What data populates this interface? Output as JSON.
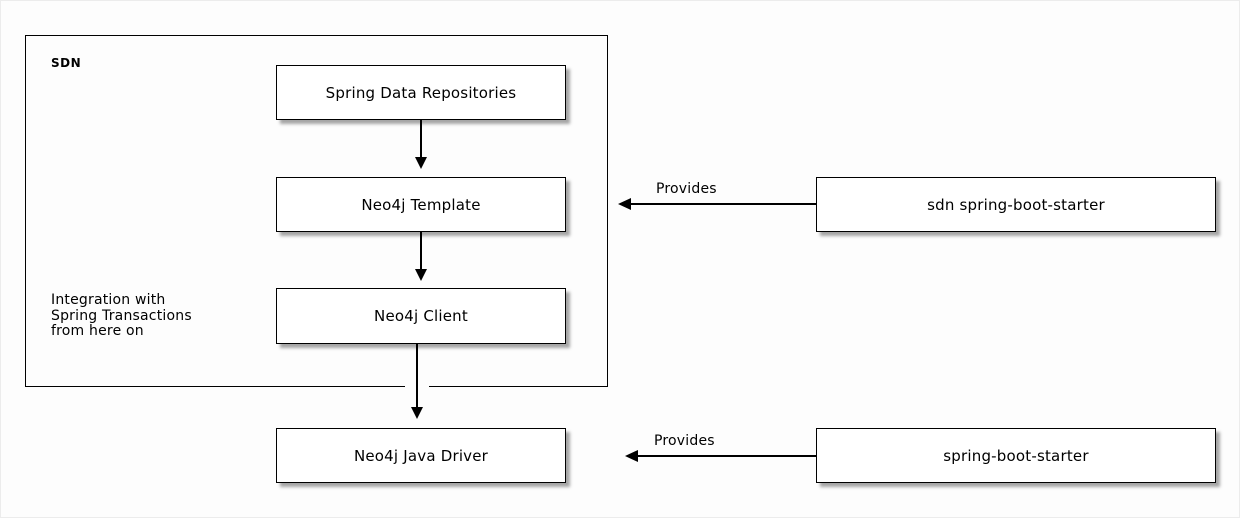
{
  "diagram": {
    "title_context": "SDN architecture diagram",
    "colors": {
      "background": "#fdfdfd",
      "box_fill": "#ffffff",
      "line": "#000000",
      "shadow": "#a0a0a0"
    },
    "container": {
      "label": "SDN"
    },
    "nodes": {
      "spring_data_repositories": {
        "label": "Spring Data Repositories"
      },
      "neo4j_template": {
        "label": "Neo4j Template"
      },
      "neo4j_client": {
        "label": "Neo4j Client"
      },
      "neo4j_java_driver": {
        "label": "Neo4j Java Driver"
      },
      "sdn_spring_boot_starter": {
        "label": "sdn spring-boot-starter"
      },
      "spring_boot_starter": {
        "label": "spring-boot-starter"
      }
    },
    "annotations": {
      "transactions_note": {
        "line1": "Integration with",
        "line2": "Spring Transactions",
        "line3": "from here on"
      }
    },
    "edges": {
      "starter_provides_template": {
        "label": "Provides"
      },
      "starter_provides_driver": {
        "label": "Provides"
      }
    }
  }
}
